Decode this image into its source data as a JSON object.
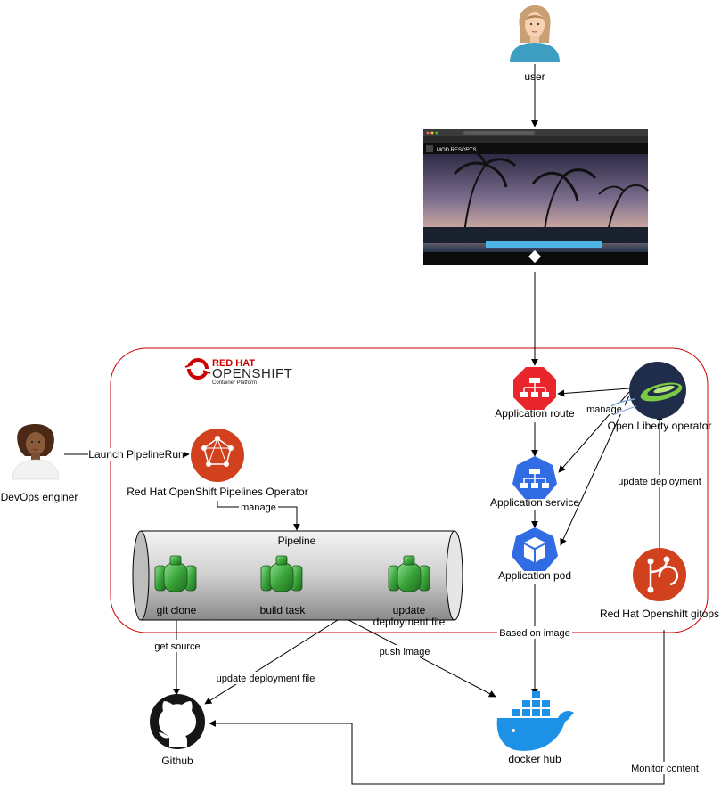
{
  "colors": {
    "openshift_red": "#cc0000",
    "route_red": "#e8262b",
    "k8s_blue": "#326ce5",
    "pipeline_green": "#3aa53a",
    "gitops_red": "#d2411e",
    "docker_blue": "#1d91e6",
    "liberty_navy": "#1f2d4b"
  },
  "header": {
    "user_label": "user",
    "openshift_brand_line1": "RED HAT",
    "openshift_brand_line2": "OPENSHIFT",
    "openshift_brand_line3": "Container Platform",
    "browser_site_name": "MOD RESORTS"
  },
  "actors": {
    "devops_label": "DevOps enginer"
  },
  "nodes": {
    "pipelines_operator": "Red Hat OpenShift Pipelines Operator",
    "pipeline": "Pipeline",
    "git_clone": "git clone",
    "build_task": "build task",
    "update_deploy_line1": "update",
    "update_deploy_line2": "deployment file",
    "app_route": "Application route",
    "app_service": "Application service",
    "app_pod": "Application pod",
    "liberty_operator": "Open Liberty operator",
    "gitops": "Red Hat Openshift gitops",
    "github": "Github",
    "docker_hub": "docker hub"
  },
  "edges": {
    "launch": "Launch PipelineRun",
    "manage_pipeline": "manage",
    "manage_liberty": "manage",
    "get_source": "get source",
    "update_deployment_file": "update deployment file",
    "push_image": "push image",
    "based_on_image": "Based on image",
    "update_deployment": "update deployment",
    "monitor_content": "Monitor content"
  }
}
